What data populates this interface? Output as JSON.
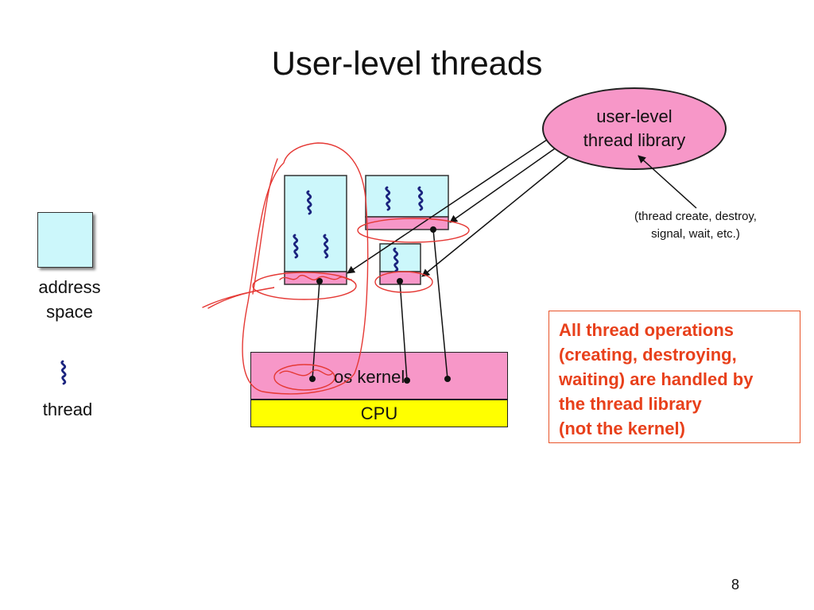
{
  "slide": {
    "title": "User-level threads",
    "page_number": "8"
  },
  "library": {
    "label_line1": "user-level",
    "label_line2": "thread library",
    "note_line1": "(thread create, destroy,",
    "note_line2": "signal, wait, etc.)"
  },
  "legend": {
    "address_space_line1": "address",
    "address_space_line2": "space",
    "thread_label": "thread"
  },
  "system": {
    "kernel_label": "os kernel",
    "cpu_label": "CPU"
  },
  "callout": {
    "text": "All thread operations\n(creating, destroying,\nwaiting) are handled by\nthe thread library\n(not the kernel)"
  },
  "colors": {
    "address_space_fill": "#ccf7fb",
    "library_fill": "#f797c8",
    "kernel_fill": "#f797c8",
    "cpu_fill": "#ffff00",
    "thread_squiggle": "#1a237e",
    "callout_text": "#e8401b",
    "annotation_red": "#e53935"
  },
  "icons": {
    "thread": "squiggle-icon"
  }
}
